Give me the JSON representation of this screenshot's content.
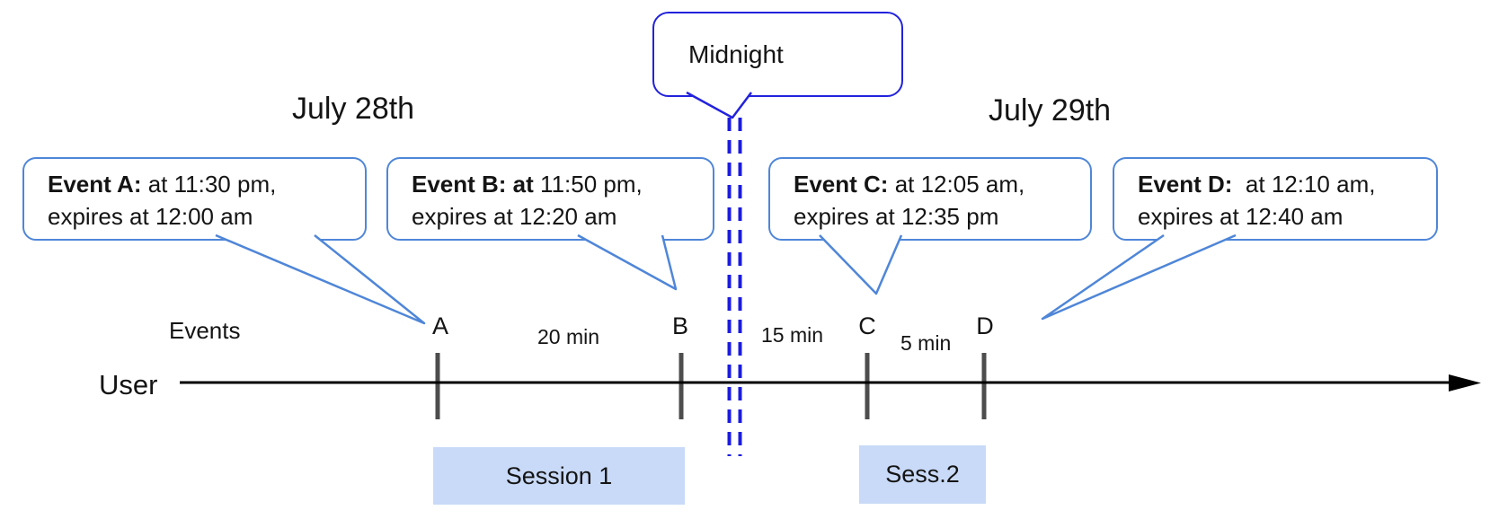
{
  "title_dates": {
    "left": "July 28th",
    "right": "July 29th"
  },
  "midnight_callout": {
    "label": "Midnight"
  },
  "event_callouts": [
    {
      "name": "Event A:",
      "time": " at 11:30 pm,",
      "expiry": "expires at 12:00 am"
    },
    {
      "name": "Event B: at",
      "time": " 11:50 pm,",
      "expiry": "expires at 12:20 am"
    },
    {
      "name": "Event C:",
      "time": " at 12:05 am,",
      "expiry": "expires at 12:35 pm"
    },
    {
      "name": "Event D:",
      "time": "  at 12:10 am,",
      "expiry": "expires at 12:40 am"
    }
  ],
  "timeline": {
    "events_label": "Events",
    "user_label": "User",
    "markers": [
      "A",
      "B",
      "C",
      "D"
    ],
    "intervals": [
      "20 min",
      "15 min",
      "5 min"
    ]
  },
  "sessions": [
    {
      "label": "Session 1"
    },
    {
      "label": "Sess.2"
    }
  ],
  "colors": {
    "event-border": "#4f86d8",
    "midnight-border": "#2222dd",
    "dashed-line": "#1b1be0",
    "session-fill": "#c9daf8",
    "tick-color": "#4d4d4d",
    "timeline-color": "#000000"
  }
}
